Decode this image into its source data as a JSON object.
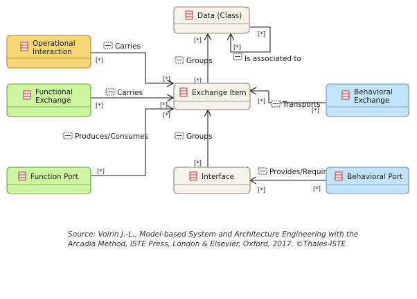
{
  "colors": {
    "yellow_fill": "#f7d774",
    "yellow_stroke": "#a08a3c",
    "green_fill": "#ccf7a0",
    "green_stroke": "#6e9c4a",
    "blue_fill": "#c2e4fb",
    "blue_stroke": "#6d94ae",
    "cream_fill": "#f6f3ea",
    "cream_stroke": "#8d8672",
    "line": "#1a1a1a",
    "class_icon": "#b23a3a"
  },
  "nodes": {
    "data_class": "Data (Class)",
    "operational_interaction": {
      "line1": "Operational",
      "line2": "Interaction"
    },
    "functional_exchange": {
      "line1": "Functional",
      "line2": "Exchange"
    },
    "exchange_item": "Exchange Item",
    "behavioral_exchange": {
      "line1": "Behavioral",
      "line2": "Exchange"
    },
    "function_port": "Function Port",
    "interface": "Interface",
    "behavioral_port": "Behavioral Port"
  },
  "edges": {
    "carries_1": "Carries",
    "carries_2": "Carries",
    "groups_top": "Groups",
    "is_associated_to": "Is associated to",
    "transports": "Transports",
    "produces_consumes": "Produces/Consumes",
    "groups_bottom": "Groups",
    "provides_requires": "Provides/Requires"
  },
  "multiplicity": "[*]",
  "source": {
    "line1": "Source: Voirin J.-L., Model-based System and Architecture Engineering with the",
    "line2": "Arcadia Method, ISTE Press, London & Elsevier, Oxford, 2017. ©Thales-ISTE"
  }
}
